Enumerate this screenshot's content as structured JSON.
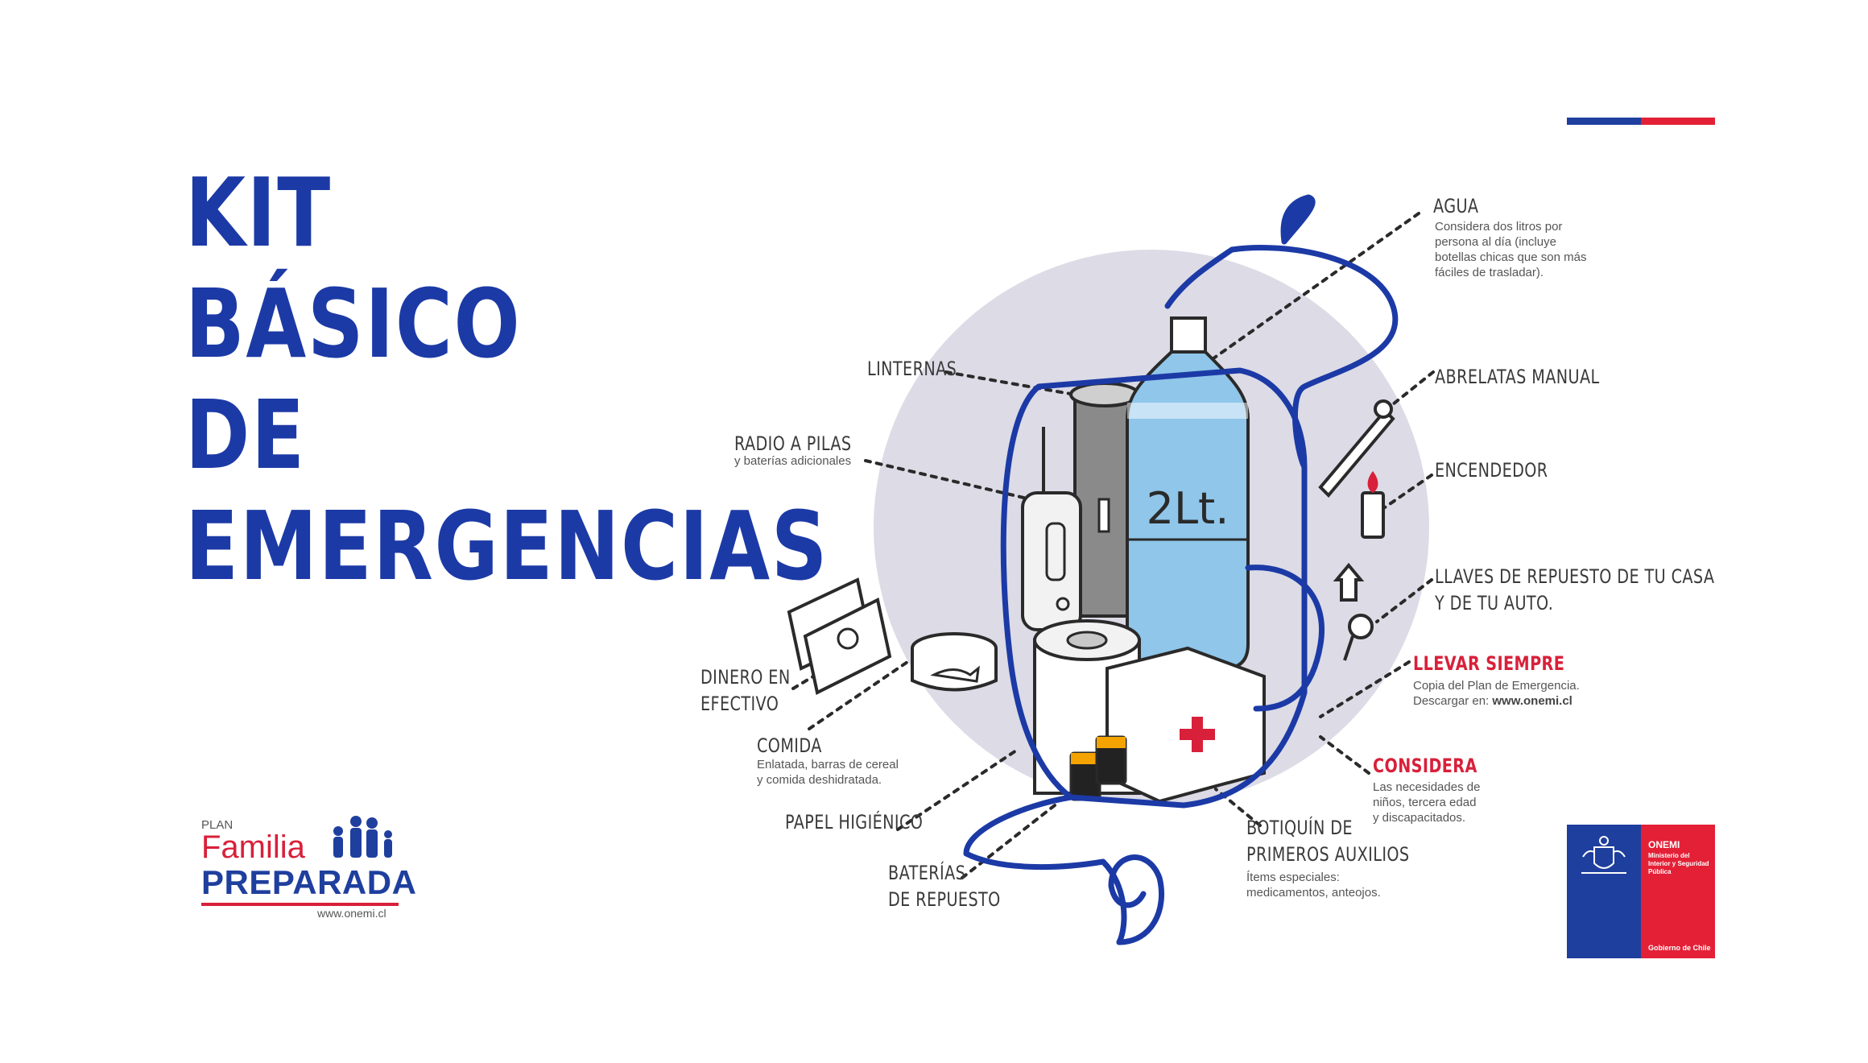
{
  "title": {
    "line1": "KIT BÁSICO DE",
    "line2": "EMERGENCIAS"
  },
  "items": {
    "agua": {
      "label": "AGUA",
      "desc1": "Considera dos litros por",
      "desc2": "persona al día (incluye",
      "desc3": "botellas chicas que son más",
      "desc4": "fáciles de trasladar)."
    },
    "abrelatas": {
      "label": "ABRELATAS MANUAL"
    },
    "encendedor": {
      "label": "ENCENDEDOR"
    },
    "llaves": {
      "label1": "LLAVES DE REPUESTO DE TU CASA",
      "label2": "Y DE TU AUTO."
    },
    "llevar": {
      "label": "LLEVAR SIEMPRE",
      "desc1": "Copia del Plan de Emergencia.",
      "desc2_prefix": "Descargar en: ",
      "desc2_link": "www.onemi.cl"
    },
    "considera": {
      "label": "CONSIDERA",
      "desc1": "Las necesidades de",
      "desc2": "niños, tercera edad",
      "desc3": "y discapacitados."
    },
    "botiquin": {
      "label1": "BOTIQUÍN DE",
      "label2": "PRIMEROS AUXILIOS",
      "desc1": "Ítems especiales:",
      "desc2": "medicamentos, anteojos."
    },
    "baterias": {
      "label1": "BATERÍAS",
      "label2": "DE REPUESTO"
    },
    "papel": {
      "label": "PAPEL HIGIÉNICO"
    },
    "comida": {
      "label": "COMIDA",
      "desc1": "Enlatada, barras de cereal",
      "desc2": "y comida deshidratada."
    },
    "dinero": {
      "label1": "DINERO EN",
      "label2": "EFECTIVO"
    },
    "radio": {
      "label": "RADIO A PILAS",
      "desc1": "y baterías adicionales"
    },
    "linternas": {
      "label": "LINTERNAS"
    }
  },
  "bottle_label": "2Lt.",
  "logo_left": {
    "plan": "PLAN",
    "familia": "Familia",
    "preparada": "PREPARADA",
    "url": "www.onemi.cl"
  },
  "logo_right": {
    "name": "ONEMI",
    "ministry": "Ministerio del Interior y Seguridad Pública",
    "gov": "Gobierno de Chile"
  },
  "colors": {
    "blue": "#1c3aa6",
    "red": "#d8203a",
    "circle": "#dcdbe6",
    "water": "#8fc6ea"
  }
}
